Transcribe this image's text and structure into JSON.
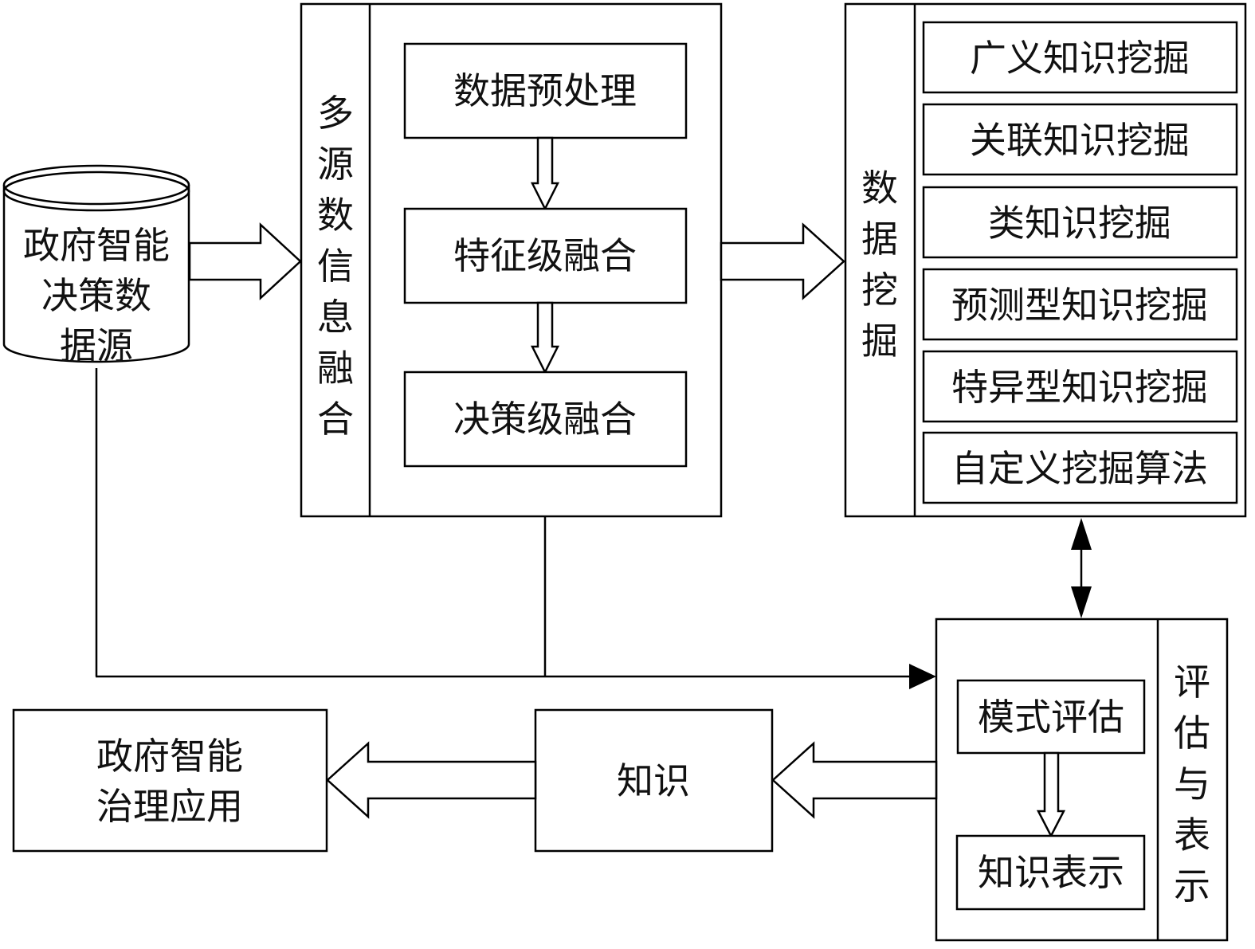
{
  "source": {
    "lines": [
      "政府智能",
      "决策数",
      "据源"
    ]
  },
  "fusion": {
    "title_chars": [
      "多",
      "源",
      "数",
      "信",
      "息",
      "融",
      "合"
    ],
    "steps": [
      "数据预处理",
      "特征级融合",
      "决策级融合"
    ]
  },
  "mining": {
    "title_chars": [
      "数",
      "据",
      "挖",
      "掘"
    ],
    "items": [
      "广义知识挖掘",
      "关联知识挖掘",
      "类知识挖掘",
      "预测型知识挖掘",
      "特异型知识挖掘",
      "自定义挖掘算法"
    ]
  },
  "evaluation": {
    "title_chars": [
      "评",
      "估",
      "与",
      "表",
      "示"
    ],
    "steps": [
      "模式评估",
      "知识表示"
    ]
  },
  "knowledge": {
    "label": "知识"
  },
  "application": {
    "lines": [
      "政府智能",
      "治理应用"
    ]
  }
}
